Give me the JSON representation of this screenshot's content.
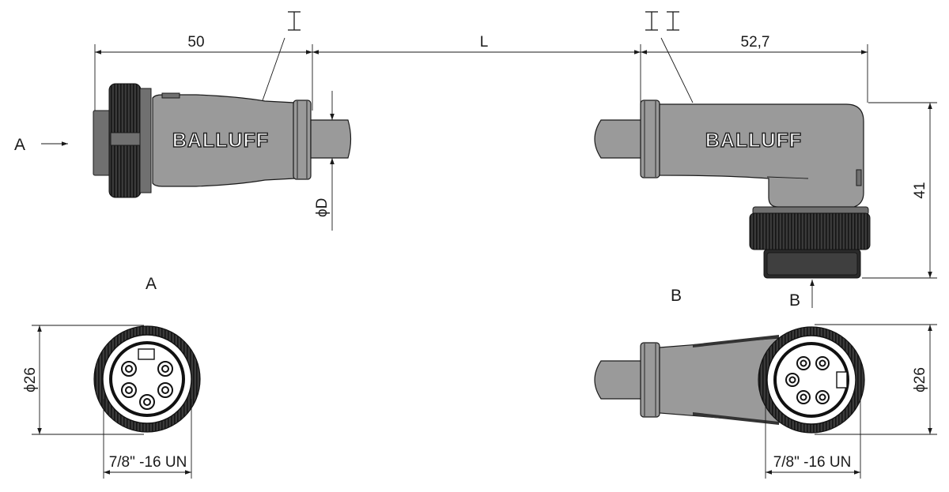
{
  "dimensions": {
    "length_left": "50",
    "length_cable": "L",
    "length_right": "52,7",
    "height_right": "41",
    "cable_diameter": "ϕD",
    "diameter_a": "ϕ26",
    "diameter_b": "ϕ26",
    "thread_a": "7/8\" -16 UN",
    "thread_b": "7/8\" -16 UN"
  },
  "markers": {
    "part_i": "I",
    "part_ii": "II"
  },
  "views": {
    "arrow_a": "A",
    "arrow_b": "B",
    "view_a_title": "A",
    "view_b_title": "B"
  },
  "brand": {
    "logo_left": "BALLUFF",
    "logo_right": "BALLUFF"
  }
}
